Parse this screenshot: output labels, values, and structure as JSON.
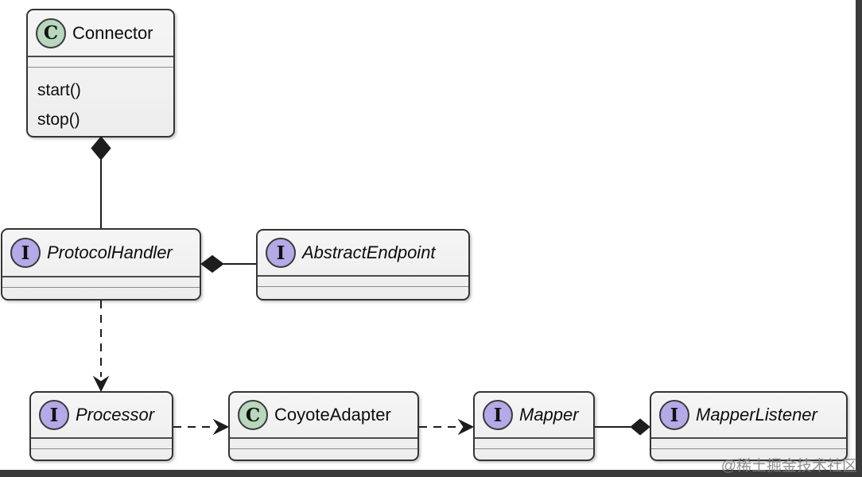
{
  "diagram_type": "uml-class-diagram",
  "nodes": {
    "connector": {
      "stereotype": "C",
      "kind": "class",
      "name": "Connector",
      "members": [
        "start()",
        "stop()"
      ]
    },
    "protocol_handler": {
      "stereotype": "I",
      "kind": "interface",
      "name": "ProtocolHandler",
      "members": []
    },
    "abstract_endpoint": {
      "stereotype": "I",
      "kind": "interface",
      "name": "AbstractEndpoint",
      "members": []
    },
    "processor": {
      "stereotype": "I",
      "kind": "interface",
      "name": "Processor",
      "members": []
    },
    "coyote_adapter": {
      "stereotype": "C",
      "kind": "class",
      "name": "CoyoteAdapter",
      "members": []
    },
    "mapper": {
      "stereotype": "I",
      "kind": "interface",
      "name": "Mapper",
      "members": []
    },
    "mapper_listener": {
      "stereotype": "I",
      "kind": "interface",
      "name": "MapperListener",
      "members": []
    }
  },
  "edges": [
    {
      "from": "Connector",
      "to": "ProtocolHandler",
      "type": "composition",
      "diamond_at": "Connector",
      "style": "solid"
    },
    {
      "from": "ProtocolHandler",
      "to": "AbstractEndpoint",
      "type": "composition",
      "diamond_at": "ProtocolHandler",
      "style": "solid"
    },
    {
      "from": "ProtocolHandler",
      "to": "Processor",
      "type": "dependency",
      "arrow_at": "Processor",
      "style": "dashed"
    },
    {
      "from": "Processor",
      "to": "CoyoteAdapter",
      "type": "dependency",
      "arrow_at": "CoyoteAdapter",
      "style": "dashed"
    },
    {
      "from": "CoyoteAdapter",
      "to": "Mapper",
      "type": "dependency",
      "arrow_at": "Mapper",
      "style": "dashed"
    },
    {
      "from": "Mapper",
      "to": "MapperListener",
      "type": "composition",
      "diamond_at": "MapperListener",
      "style": "solid"
    }
  ],
  "watermark": "@稀土掘金技术社区",
  "colors": {
    "node_fill": "#f1f1f1",
    "node_border": "#343434",
    "class_icon_fill": "#b7d8bc",
    "interface_icon_fill": "#b6a9e8",
    "edge_color": "#1d1d1d",
    "frame_bar": "#3a3a3a",
    "watermark_color": "#7d7d7d"
  }
}
